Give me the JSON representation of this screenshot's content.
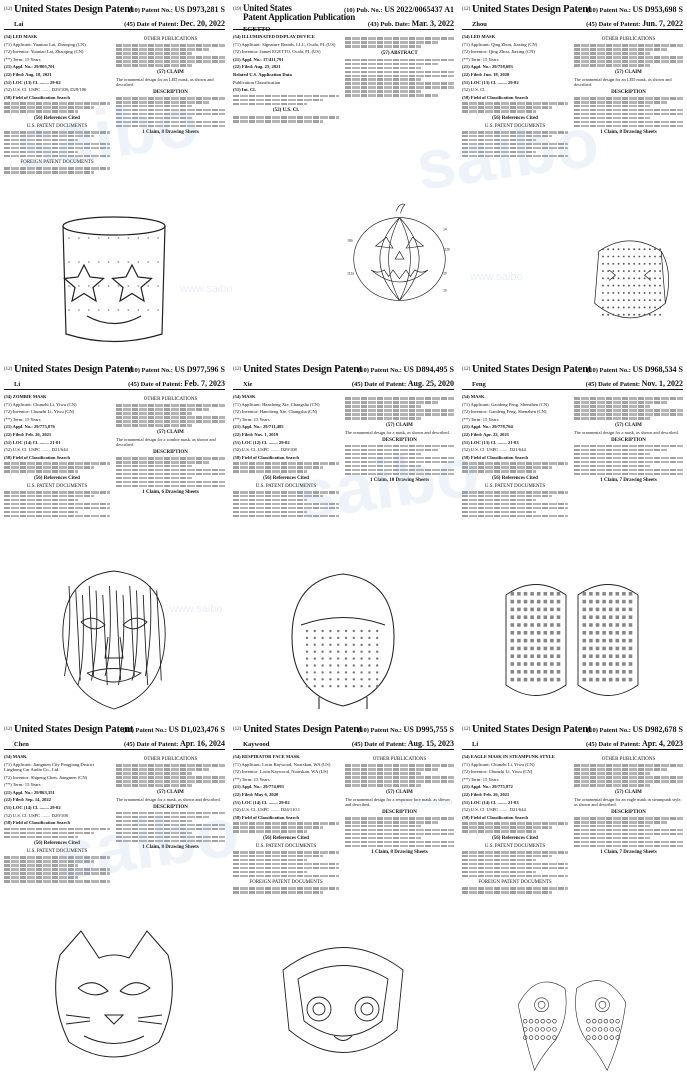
{
  "panels": [
    {
      "prefix": "(12)",
      "title": "United States Design Patent",
      "inventor": "Lai",
      "patent_no_label": "(10) Patent No.:",
      "patent_no": "US D973,281 S",
      "date_label": "(45) Date of Patent:",
      "date": "Dec. 20, 2022",
      "item_title": "(54) LED MASK",
      "applicant": "(71) Applicant: Yuantao Lai, Zhaoqing (CN)",
      "inventor_field": "(72) Inventor: Yuantao Lai, Zhaoqing (CN)",
      "term": "(**) Term: 15 Years",
      "appl_no": "(21) Appl. No.: 29/805,701",
      "filed": "(22) Filed: Aug. 18, 2021",
      "loc": "(51) LOC (13) Cl. ........ 29-02",
      "us_cl": "(52) U.S. Cl. USPC ........ D29/108; D29/100",
      "field": "(58) Field of Classification Search",
      "refs": "(56) References Cited",
      "refs_sub": "U.S. PATENT DOCUMENTS",
      "foreign": "FOREIGN PATENT DOCUMENTS",
      "other": "OTHER PUBLICATIONS",
      "claim_heading": "(57) CLAIM",
      "claim": "The ornamental design for an LED mask, as shown and described.",
      "description": "DESCRIPTION",
      "sheets": "1 Claim, 8 Drawing Sheets"
    },
    {
      "prefix": "(19)",
      "title": "United States",
      "title2": "Patent Application Publication",
      "inventor": "EGETTO",
      "patent_no_label": "(10) Pub. No.:",
      "patent_no": "US 2022/0065437 A1",
      "date_label": "(43) Pub. Date:",
      "date": "Mar. 3, 2022",
      "item_title": "(54) ILLUMINATED DISPLAY DEVICE",
      "applicant": "(71) Applicant: Signature Brands, LLC, Ocala, FL (US)",
      "inventor_field": "(72) Inventor: James EGETTO, Ocala, FL (US)",
      "term": "",
      "appl_no": "(21) Appl. No.: 17/411,791",
      "filed": "(22) Filed: Aug. 25, 2021",
      "loc": "Related U.S. Application Data",
      "us_cl": "Publication Classification",
      "field": "(51) Int. Cl.",
      "refs": "(52) U.S. Cl.",
      "refs_sub": "",
      "foreign": "",
      "other": "",
      "claim_heading": "(57) ABSTRACT",
      "claim": "",
      "description": "",
      "sheets": ""
    },
    {
      "prefix": "(12)",
      "title": "United States Design Patent",
      "inventor": "Zhou",
      "patent_no_label": "(10) Patent No.:",
      "patent_no": "US D953,698 S",
      "date_label": "(45) Date of Patent:",
      "date": "Jun. 7, 2022",
      "item_title": "(54) LED MASK",
      "applicant": "(71) Applicant: Qing Zhou, Jiaxing (CN)",
      "inventor_field": "(72) Inventor: Qing Zhou, Jiaxing (CN)",
      "term": "(**) Term: 15 Years",
      "appl_no": "(21) Appl. No.: 29/758,683",
      "filed": "(22) Filed: Jun. 18, 2020",
      "loc": "(51) LOC (13) Cl. ........ 29-02",
      "us_cl": "(52) U.S. Cl.",
      "field": "(58) Field of Classification Search",
      "refs": "(56) References Cited",
      "refs_sub": "U.S. PATENT DOCUMENTS",
      "foreign": "",
      "other": "OTHER PUBLICATIONS",
      "claim_heading": "(57) CLAIM",
      "claim": "The ornamental design for an LED mask, as shown and described.",
      "description": "DESCRIPTION",
      "sheets": "1 Claim, 8 Drawing Sheets"
    },
    {
      "prefix": "(12)",
      "title": "United States Design Patent",
      "inventor": "Li",
      "patent_no_label": "(10) Patent No.:",
      "patent_no": "US D977,596 S",
      "date_label": "(45) Date of Patent:",
      "date": "Feb. 7, 2023",
      "item_title": "(54) ZOMBIE MASK",
      "applicant": "(71) Applicant: Chunzhi Li, Yiwu (CN)",
      "inventor_field": "(72) Inventor: Chunzhi Li, Yiwu (CN)",
      "term": "(**) Term: 15 Years",
      "appl_no": "(21) Appl. No.: 29/775,876",
      "filed": "(22) Filed: Feb. 26, 2021",
      "loc": "(51) LOC (14) Cl. ........ 21-01",
      "us_cl": "(52) U.S. Cl. USPC ........ D21/644",
      "field": "(58) Field of Classification Search",
      "refs": "(56) References Cited",
      "refs_sub": "U.S. PATENT DOCUMENTS",
      "foreign": "",
      "other": "OTHER PUBLICATIONS",
      "claim_heading": "(57) CLAIM",
      "claim": "The ornamental design for a zombie mask, as shown and described.",
      "description": "DESCRIPTION",
      "sheets": "1 Claim, 6 Drawing Sheets"
    },
    {
      "prefix": "(12)",
      "title": "United States Design Patent",
      "inventor": "Xie",
      "patent_no_label": "(10) Patent No.:",
      "patent_no": "US D894,495 S",
      "date_label": "(45) Date of Patent:",
      "date": "Aug. 25, 2020",
      "item_title": "(54) MASK",
      "applicant": "(71) Applicant: Hancheng Xie, Changsha (CN)",
      "inventor_field": "(72) Inventor: Hancheng Xie, Changsha (CN)",
      "term": "(**) Term: 15 Years",
      "appl_no": "(21) Appl. No.: 29/711,485",
      "filed": "(22) Filed: Nov. 1, 2019",
      "loc": "(51) LOC (12) Cl. ........ 29-02",
      "us_cl": "(52) U.S. Cl. USPC ........ D29/108",
      "field": "(58) Field of Classification Search",
      "refs": "(56) References Cited",
      "refs_sub": "U.S. PATENT DOCUMENTS",
      "foreign": "",
      "other": "",
      "claim_heading": "(57) CLAIM",
      "claim": "The ornamental design for a mask, as shown and described.",
      "description": "DESCRIPTION",
      "sheets": "1 Claim, 10 Drawing Sheets"
    },
    {
      "prefix": "(12)",
      "title": "United States Design Patent",
      "inventor": "Feng",
      "patent_no_label": "(10) Patent No.:",
      "patent_no": "US D968,534 S",
      "date_label": "(45) Date of Patent:",
      "date": "Nov. 1, 2022",
      "item_title": "(54) MASK",
      "applicant": "(71) Applicant: Gaodeng Feng, Shenzhen (CN)",
      "inventor_field": "(72) Inventor: Gaodeng Feng, Shenzhen (CN)",
      "term": "(**) Term: 15 Years",
      "appl_no": "(21) Appl. No.: 29/778,764",
      "filed": "(22) Filed: Apr. 22, 2021",
      "loc": "(51) LOC (13) Cl. ........ 21-03",
      "us_cl": "(52) U.S. Cl. USPC ........ D21/644",
      "field": "(58) Field of Classification Search",
      "refs": "(56) References Cited",
      "refs_sub": "U.S. PATENT DOCUMENTS",
      "foreign": "",
      "other": "",
      "claim_heading": "(57) CLAIM",
      "claim": "The ornamental design for a mask, as shown and described.",
      "description": "DESCRIPTION",
      "sheets": "1 Claim, 7 Drawing Sheets"
    },
    {
      "prefix": "(12)",
      "title": "United States Design Patent",
      "inventor": "Chen",
      "patent_no_label": "(10) Patent No.:",
      "patent_no": "US D1,023,476 S",
      "date_label": "(45) Date of Patent:",
      "date": "Apr. 16, 2024",
      "item_title": "(54) MASK",
      "applicant": "(71) Applicant: Jiangmen City Pengjiang District Linghong Car Audio Co., Ltd.",
      "inventor_field": "(72) Inventor: Shipeng Chen, Jiangmen (CN)",
      "term": "(**) Term: 15 Years",
      "appl_no": "(21) Appl. No.: 29/863,351",
      "filed": "(22) Filed: Sep. 14, 2022",
      "loc": "(51) LOC (14) Cl. ........ 29-02",
      "us_cl": "(52) U.S. Cl. USPC ........ D29/108",
      "field": "(58) Field of Classification Search",
      "refs": "(56) References Cited",
      "refs_sub": "U.S. PATENT DOCUMENTS",
      "foreign": "",
      "other": "OTHER PUBLICATIONS",
      "claim_heading": "(57) CLAIM",
      "claim": "The ornamental design for a mask, as shown and described.",
      "description": "DESCRIPTION",
      "sheets": "1 Claim, 8 Drawing Sheets"
    },
    {
      "prefix": "(12)",
      "title": "United States Design Patent",
      "inventor": "Kaywood",
      "patent_no_label": "(10) Patent No.:",
      "patent_no": "US D995,755 S",
      "date_label": "(45) Date of Patent:",
      "date": "Aug. 15, 2023",
      "item_title": "(54) RESPIRATOR FACE MASK",
      "applicant": "(71) Applicant: Lorin Kaywood, Noarskan, WA (US)",
      "inventor_field": "(72) Inventor: Lorin Kaywood, Noarskan, WA (US)",
      "term": "(**) Term: 15 Years",
      "appl_no": "(21) Appl. No.: 29/774,093",
      "filed": "(22) Filed: May 6, 2020",
      "loc": "(51) LOC (14) Cl. ........ 29-02",
      "us_cl": "(52) U.S. Cl. USPC ........ D24/110.1",
      "field": "(58) Field of Classification Search",
      "refs": "(56) References Cited",
      "refs_sub": "U.S. PATENT DOCUMENTS",
      "foreign": "FOREIGN PATENT DOCUMENTS",
      "other": "OTHER PUBLICATIONS",
      "claim_heading": "(57) CLAIM",
      "claim": "The ornamental design for a respirator face mask, as shown and described.",
      "description": "DESCRIPTION",
      "sheets": "1 Claim, 8 Drawing Sheets"
    },
    {
      "prefix": "(12)",
      "title": "United States Design Patent",
      "inventor": "Li",
      "patent_no_label": "(10) Patent No.:",
      "patent_no": "US D982,678 S",
      "date_label": "(45) Date of Patent:",
      "date": "Apr. 4, 2023",
      "item_title": "(54) EAGLE MASK IN STEAMPUNK STYLE",
      "applicant": "(71) Applicant: Chunzhi Li, Yiwu (CN)",
      "inventor_field": "(72) Inventor: Chunzhi Li, Yiwu (CN)",
      "term": "(**) Term: 15 Years",
      "appl_no": "(21) Appl. No.: 29/775,872",
      "filed": "(22) Filed: Feb. 26, 2021",
      "loc": "(51) LOC (14) Cl. ........ 21-03",
      "us_cl": "(52) U.S. Cl. USPC ........ D21/644",
      "field": "(58) Field of Classification Search",
      "refs": "(56) References Cited",
      "refs_sub": "U.S. PATENT DOCUMENTS",
      "foreign": "FOREIGN PATENT DOCUMENTS",
      "other": "OTHER PUBLICATIONS",
      "claim_heading": "(57) CLAIM",
      "claim": "The ornamental design for an eagle mask in steampunk style, as shown and described.",
      "description": "DESCRIPTION",
      "sheets": "1 Claim, 7 Drawing Sheets"
    }
  ],
  "watermark": {
    "text": "saibo",
    "url": "www.saibo"
  }
}
